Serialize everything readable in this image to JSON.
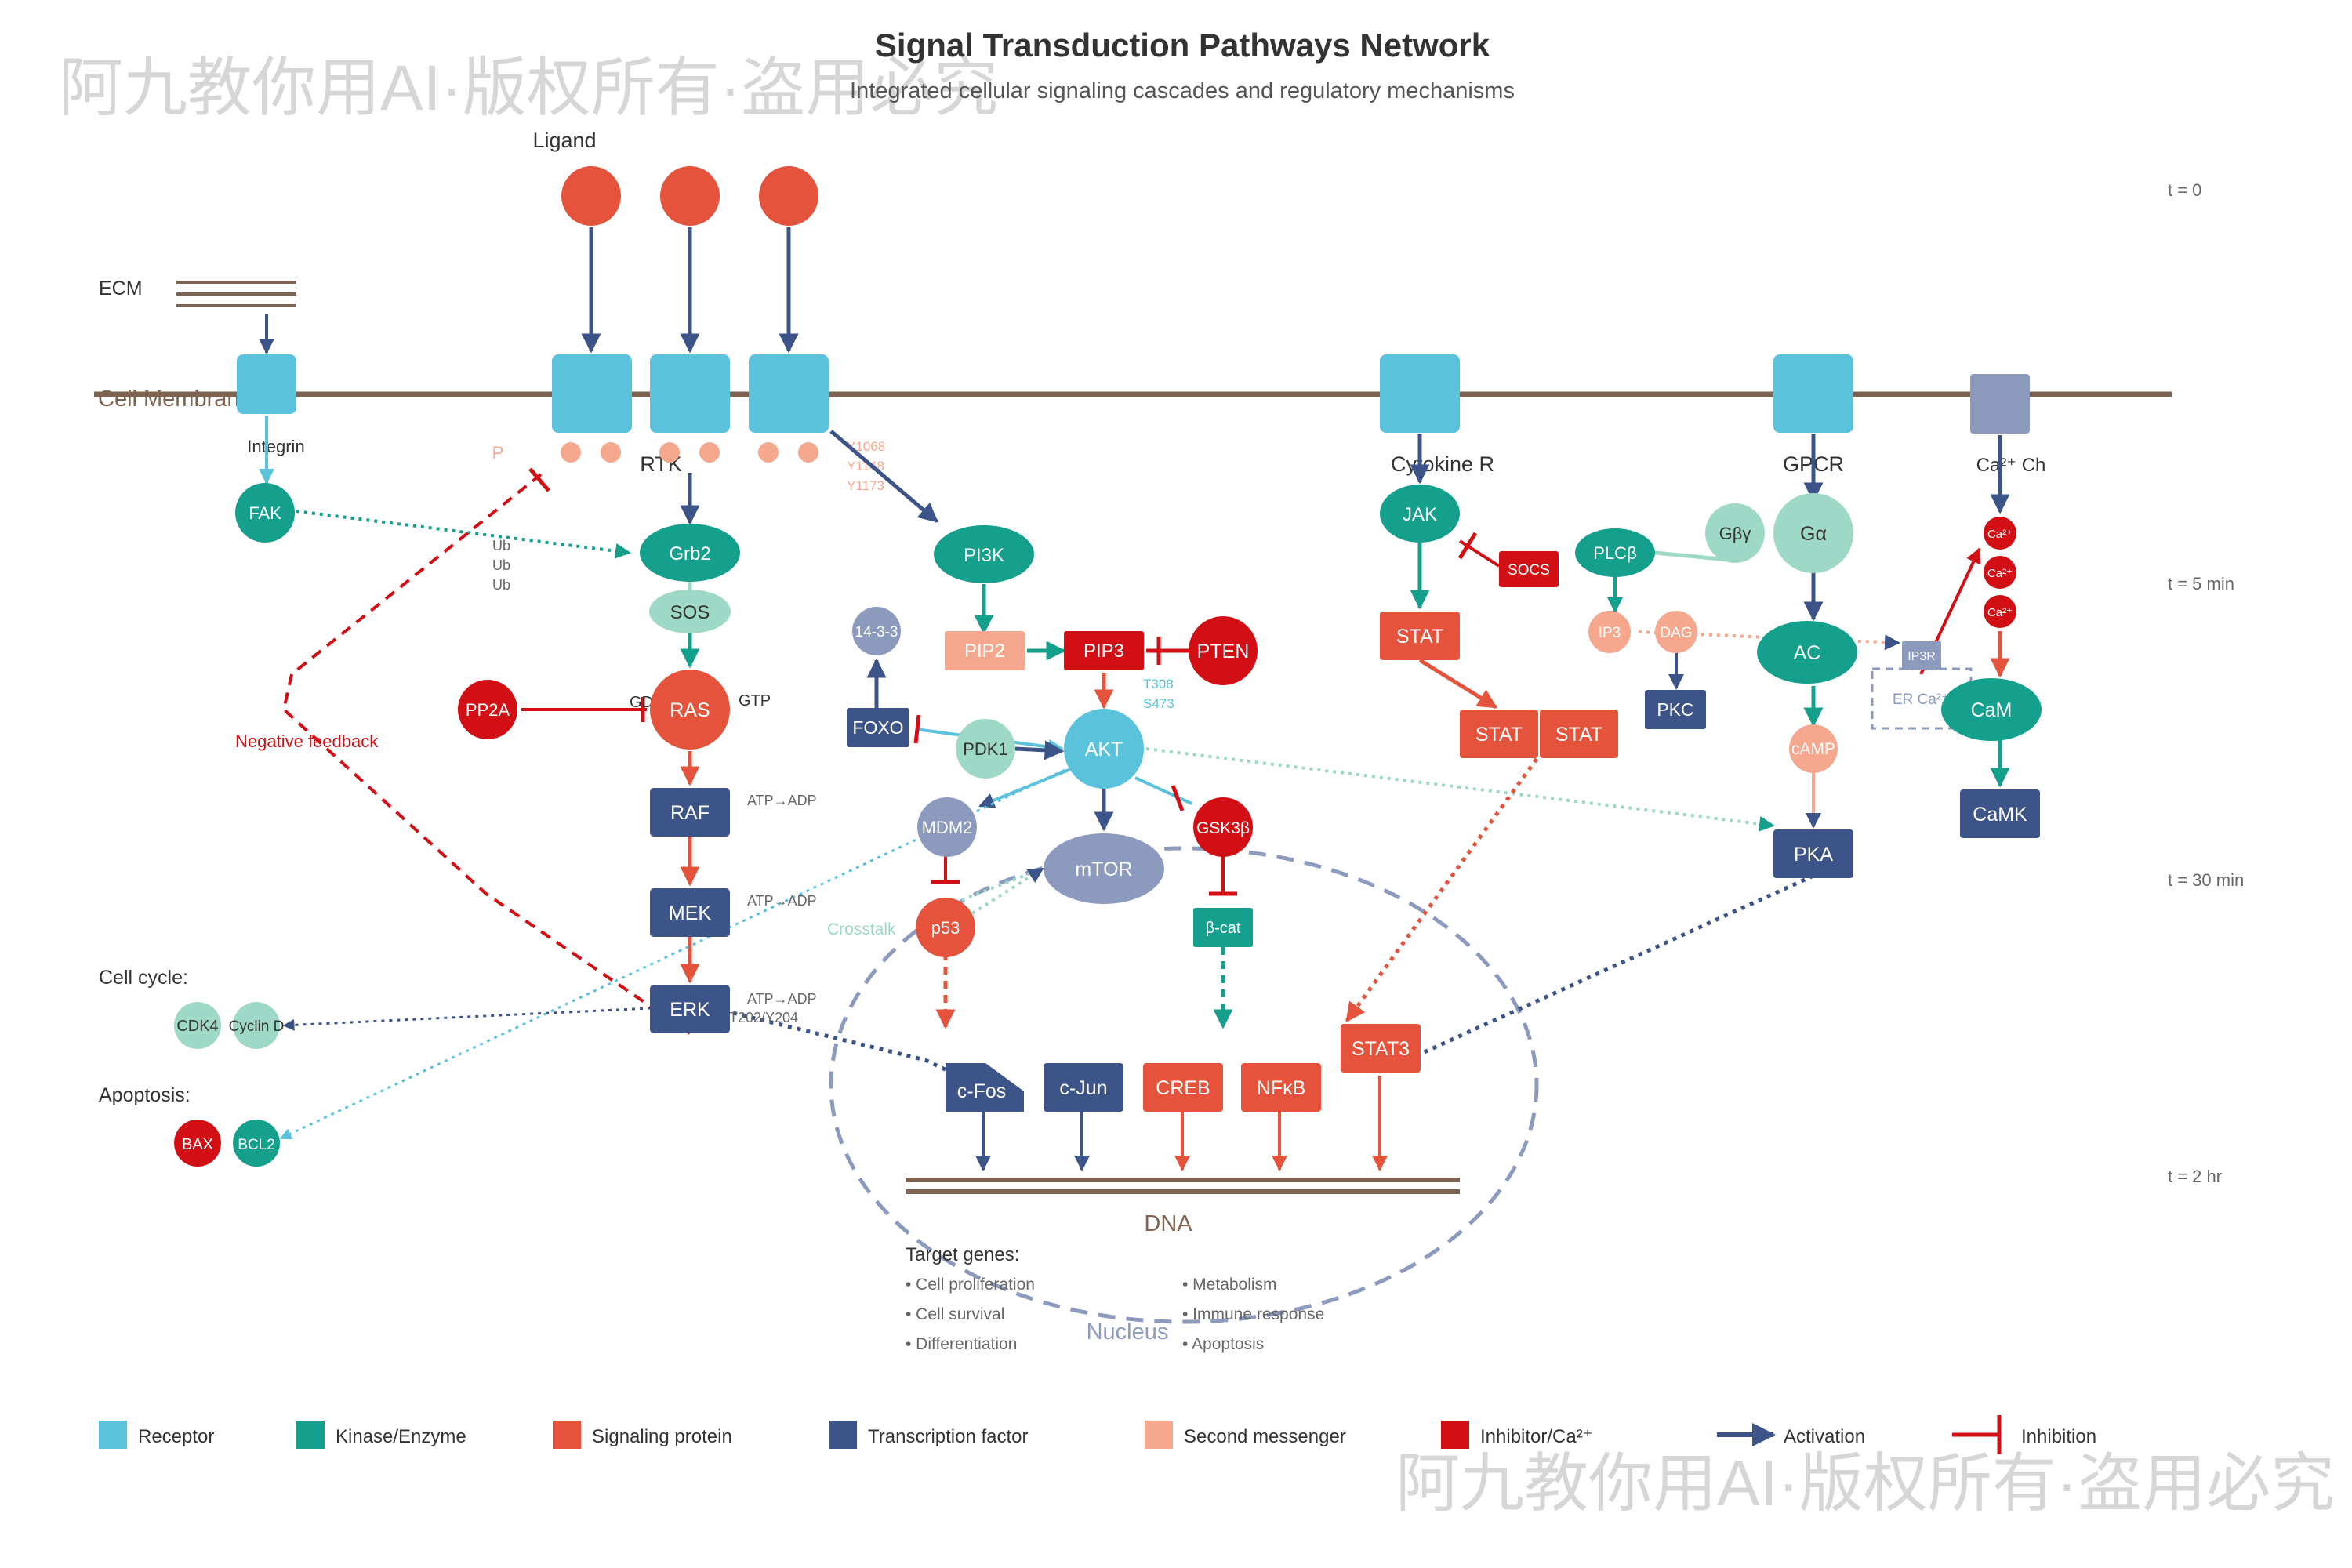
{
  "title": "Signal Transduction Pathways Network",
  "subtitle": "Integrated cellular signaling cascades and regulatory mechanisms",
  "watermark": "阿九教你用AI·版权所有·盗用必究",
  "colors": {
    "receptor": "#5bc2dc",
    "kinase": "#14a08c",
    "signaling": "#e5533d",
    "transcription": "#3c5488",
    "second_messenger": "#f5a88e",
    "inhibitor": "#d10f14",
    "light_teal": "#9ed8c6",
    "gray_blue": "#8c9bbd",
    "membrane": "#7e6450",
    "text": "#333333"
  },
  "labels": {
    "ligand": "Ligand",
    "ecm": "ECM",
    "cell_membrane": "Cell Membrane",
    "integrin": "Integrin",
    "rtk": "RTK",
    "cytokine_r": "Cytokine R",
    "gpcr": "GPCR",
    "ca_ch": "Ca²⁺ Ch",
    "p": "P",
    "ub1": "Ub",
    "ub2": "Ub",
    "ub3": "Ub",
    "y1068": "Y1068",
    "y1148": "Y1148",
    "y1173": "Y1173",
    "gtp": "GTP",
    "gdp": "GDP",
    "negative_feedback": "Negative feedback",
    "atp_adp_1": "ATP→ADP",
    "atp_adp_2": "ATP→ADP",
    "atp_adp_3": "ATP→ADP",
    "t202": "T202/Y204",
    "t308": "T308",
    "s473": "S473",
    "crosstalk": "Crosstalk",
    "cell_cycle": "Cell cycle:",
    "apoptosis": "Apoptosis:",
    "dna": "DNA",
    "nucleus": "Nucleus",
    "er_ca": "ER Ca²⁺",
    "target_genes": "Target genes:",
    "t0": "t = 0",
    "t5": "t = 5 min",
    "t30": "t = 30 min",
    "t2h": "t = 2 hr"
  },
  "target_genes_left": [
    "• Cell proliferation",
    "• Cell survival",
    "• Differentiation"
  ],
  "target_genes_right": [
    "• Metabolism",
    "• Immune response",
    "• Apoptosis"
  ],
  "nodes": {
    "fak": "FAK",
    "grb2": "Grb2",
    "sos": "SOS",
    "ras": "RAS",
    "pp2a": "PP2A",
    "raf": "RAF",
    "mek": "MEK",
    "erk": "ERK",
    "pi3k": "PI3K",
    "pip2": "PIP2",
    "pip3": "PIP3",
    "pten": "PTEN",
    "p1433": "14-3-3",
    "foxo": "FOXO",
    "pdk1": "PDK1",
    "akt": "AKT",
    "mdm2": "MDM2",
    "gsk3b": "GSK3β",
    "mtor": "mTOR",
    "p53": "p53",
    "bcat": "β-cat",
    "jak": "JAK",
    "socs": "SOCS",
    "stat": "STAT",
    "stat_a": "STAT",
    "stat_b": "STAT",
    "stat3": "STAT3",
    "plc": "PLCβ",
    "ip3": "IP3",
    "dag": "DAG",
    "pkc": "PKC",
    "gbg": "Gβγ",
    "ga": "Gα",
    "ac": "AC",
    "camp": "cAMP",
    "pka": "PKA",
    "ip3r": "IP3R",
    "ca1": "Ca²⁺",
    "ca2": "Ca²⁺",
    "ca3": "Ca²⁺",
    "cam": "CaM",
    "camk": "CaMK",
    "cdk4": "CDK4",
    "cyclin": "Cyclin D",
    "bax": "BAX",
    "bcl2": "BCL2",
    "cfos": "c-Fos",
    "cjun": "c-Jun",
    "creb": "CREB",
    "nfkb": "NFκB"
  },
  "legend": [
    {
      "label": "Receptor",
      "color": "#5bc2dc",
      "kind": "box"
    },
    {
      "label": "Kinase/Enzyme",
      "color": "#14a08c",
      "kind": "box"
    },
    {
      "label": "Signaling protein",
      "color": "#e5533d",
      "kind": "box"
    },
    {
      "label": "Transcription factor",
      "color": "#3c5488",
      "kind": "box"
    },
    {
      "label": "Second messenger",
      "color": "#f5a88e",
      "kind": "box"
    },
    {
      "label": "Inhibitor/Ca²⁺",
      "color": "#d10f14",
      "kind": "box"
    },
    {
      "label": "Activation",
      "color": "#3c5488",
      "kind": "arrow"
    },
    {
      "label": "Inhibition",
      "color": "#d10f14",
      "kind": "bar"
    }
  ]
}
